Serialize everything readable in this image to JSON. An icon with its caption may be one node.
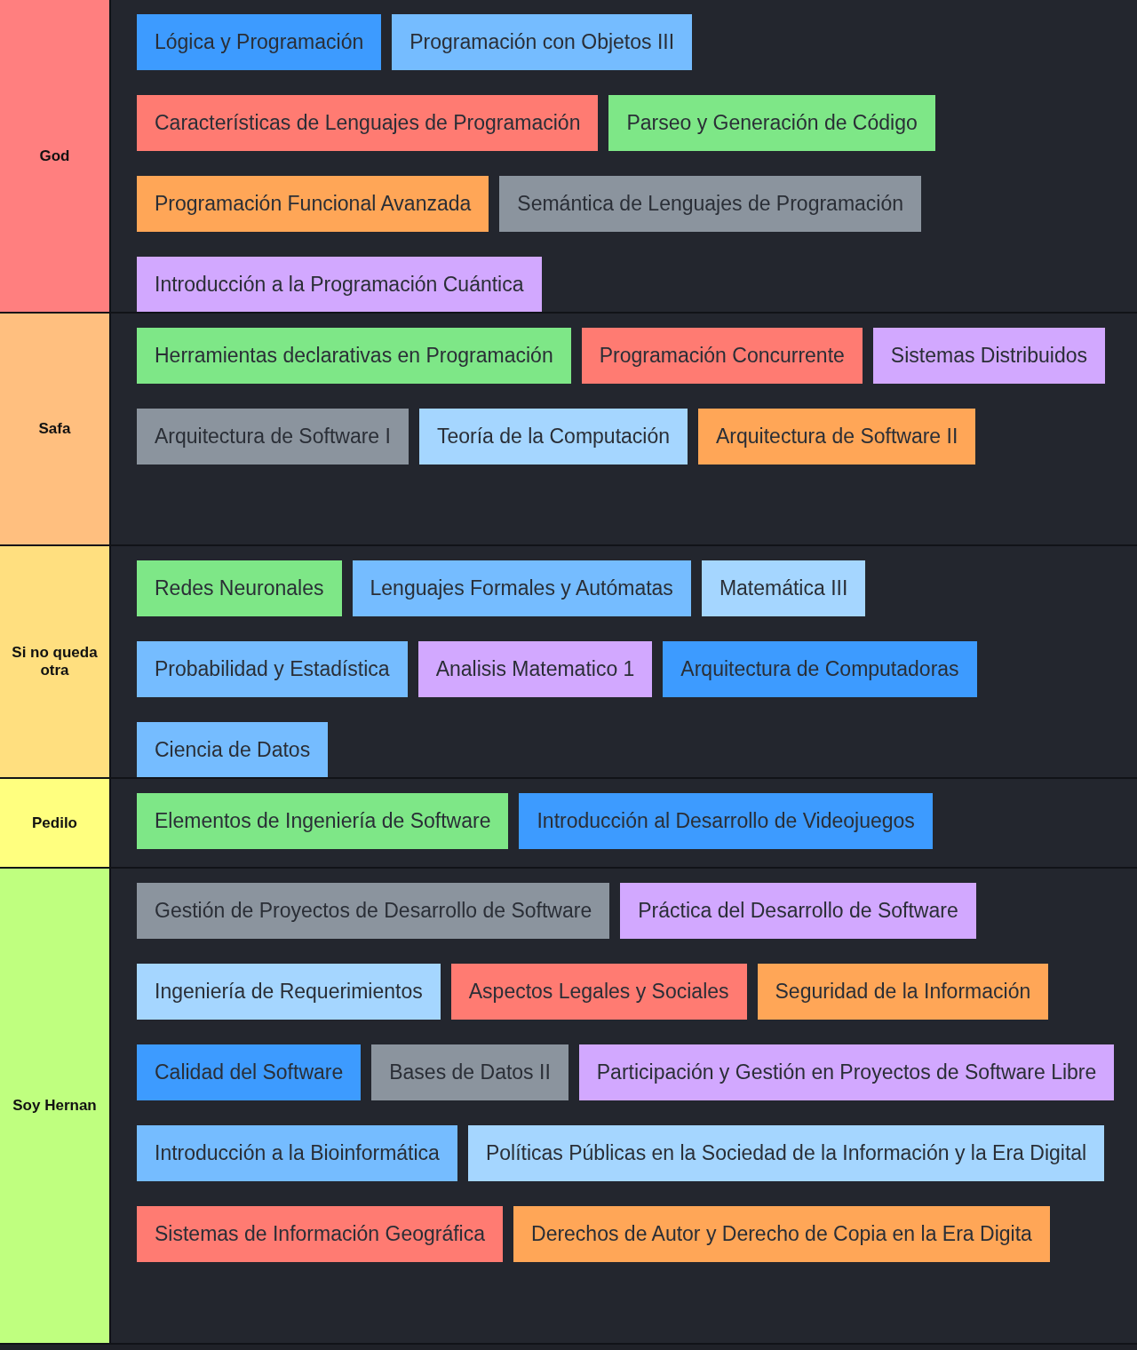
{
  "diagram": {
    "nodes": [
      {
        "text": [
          "God"
        ]
      },
      {
        "text": [
          "Lógica y Programación"
        ],
        "in": 0
      },
      {
        "text": [
          "Programación con Objetos III"
        ],
        "in": 0
      },
      {
        "text": [
          "Características de Lenguajes de Programación"
        ],
        "in": 0
      },
      {
        "text": [
          "Parseo y Generación de Código"
        ],
        "in": 0
      },
      {
        "text": [
          "Programación Funcional Avanzada"
        ],
        "in": 0
      },
      {
        "text": [
          "Semántica de Lenguajes de Programación"
        ],
        "in": 0
      },
      {
        "text": [
          "Introducción a la Programación Cuántica"
        ],
        "in": 0
      },
      {
        "text": [
          "Safa"
        ]
      },
      {
        "text": [
          "Herramientas declarativas en Programación"
        ],
        "in": 8
      },
      {
        "text": [
          "Programación Concurrente"
        ],
        "in": 8
      },
      {
        "text": [
          "Sistemas Distribuidos"
        ],
        "in": 8
      },
      {
        "text": [
          "Arquitectura de Software I"
        ],
        "in": 8
      },
      {
        "text": [
          "Teoría de la Computación"
        ],
        "in": 8
      },
      {
        "text": [
          "Arquitectura de Software II"
        ],
        "in": 8
      },
      {
        "text": [
          "Si no queda otra"
        ]
      },
      {
        "text": [
          "Redes Neuronales"
        ],
        "in": 15
      },
      {
        "text": [
          "Lenguajes Formales y Autómatas"
        ],
        "in": 15
      },
      {
        "text": [
          "Matemática III"
        ],
        "in": 15
      },
      {
        "text": [
          "Probabilidad y Estadística"
        ],
        "in": 15
      },
      {
        "text": [
          "Analisis Matematico 1"
        ],
        "in": 15
      },
      {
        "text": [
          "Arquitectura de Computadoras"
        ],
        "in": 15
      },
      {
        "text": [
          "Ciencia de Datos"
        ],
        "in": 15
      },
      {
        "text": [
          "Pedilo"
        ]
      },
      {
        "text": [
          "Elementos de Ingeniería de Software"
        ],
        "in": 23
      },
      {
        "text": [
          "Introducción al Desarrollo de Videojuegos"
        ],
        "in": 23
      },
      {
        "text": [
          "Soy Hernan"
        ]
      },
      {
        "text": [
          "Gestión de Proyectos de Desarrollo de Software"
        ],
        "in": 26
      },
      {
        "text": [
          "Práctica del Desarrollo de Software"
        ],
        "in": 26
      },
      {
        "text": [
          "Ingeniería de Requerimientos"
        ],
        "in": 26
      },
      {
        "text": [
          "Aspectos Legales y Sociales"
        ],
        "in": 26
      },
      {
        "text": [
          "Seguridad de la Información"
        ],
        "in": 26
      },
      {
        "text": [
          "Calidad del Software"
        ],
        "in": 26
      },
      {
        "text": [
          "Bases de Datos II"
        ],
        "in": 26
      },
      {
        "text": [
          "Participación y Gestión en Proyectos de Software Libre"
        ],
        "in": 26
      },
      {
        "text": [
          "Introducción a la Bioinformática"
        ],
        "in": 26
      },
      {
        "text": [
          "Políticas Públicas en la Sociedad de la Información y la Era Digital"
        ],
        "in": 26
      },
      {
        "text": [
          "Sistemas de Información Geográfica"
        ],
        "in": 26
      },
      {
        "text": [
          "Derechos de Autor y Derecho de Copia en la Era Digita"
        ],
        "in": 26
      }
    ]
  }
}
